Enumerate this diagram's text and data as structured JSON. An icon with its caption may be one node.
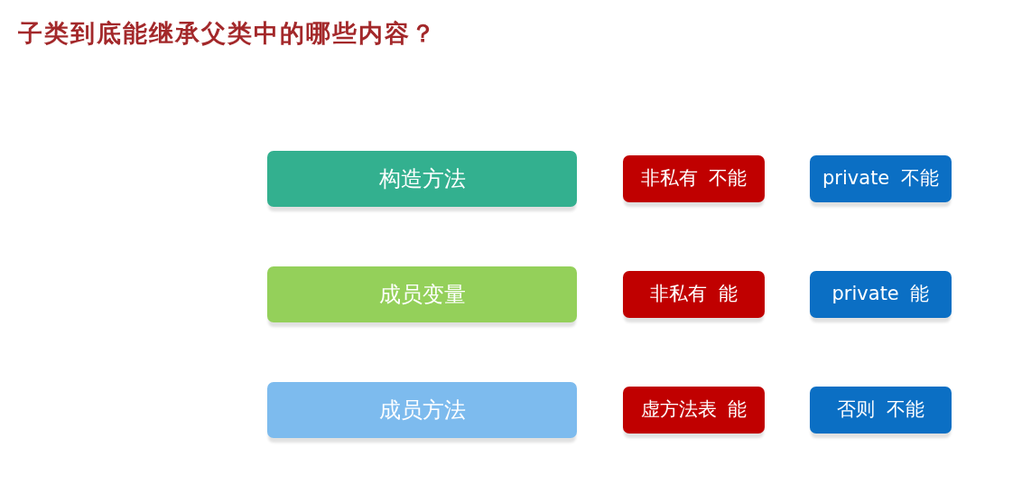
{
  "diagram": {
    "title": "子类到底能继承父类中的哪些内容？",
    "nodes": [
      {
        "text": [
          "构造方法"
        ]
      },
      {
        "text": [
          "非私有 不能"
        ]
      },
      {
        "text": [
          "private 不能"
        ]
      },
      {
        "text": [
          "成员变量"
        ]
      },
      {
        "text": [
          "非私有 能"
        ]
      },
      {
        "text": [
          "private 能"
        ]
      },
      {
        "text": [
          "成员方法"
        ]
      },
      {
        "text": [
          "虚方法表 能"
        ]
      },
      {
        "text": [
          "否则 不能"
        ]
      }
    ]
  }
}
